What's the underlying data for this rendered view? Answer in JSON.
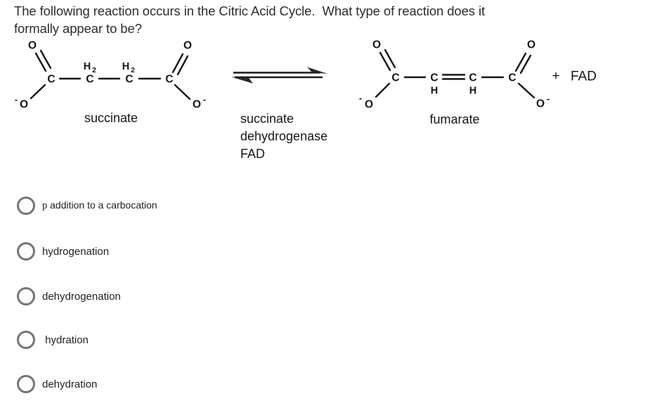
{
  "question": {
    "line1": "The following reaction occurs in the Citric Acid Cycle.  What type of reaction does it",
    "line2": "formally appear to be?"
  },
  "scheme": {
    "atoms": {
      "C": "C",
      "O": "O",
      "H": "H",
      "sub2": "2",
      "minus": "-",
      "plus": "+"
    },
    "succinate_label": "succinate",
    "fumarate_label": "fumarate",
    "catalyst_lines": [
      "succinate",
      "dehydrogenase",
      "FAD"
    ],
    "fad": "FAD"
  },
  "options": [
    {
      "prefix": "p",
      "label": " addition to a carbocation"
    },
    {
      "label": "hydrogenation"
    },
    {
      "label": "dehydrogenation"
    },
    {
      "label": " hydration"
    },
    {
      "label": "dehydration"
    }
  ],
  "colors": {
    "ink": "#161616",
    "question_text": "#2d2d2d",
    "radio_ring": "#757575"
  }
}
